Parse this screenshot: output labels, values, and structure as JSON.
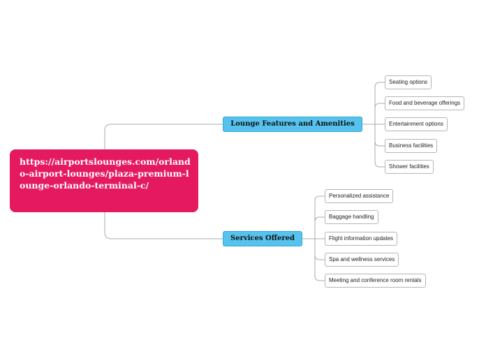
{
  "root": {
    "label": "https://airportslounges.com/orlando-airport-lounges/plaza-premium-lounge-orlando-terminal-c/"
  },
  "branches": [
    {
      "label": "Lounge Features and Amenities",
      "items": [
        "Seating options",
        "Food and beverage offerings",
        "Entertainment options",
        "Business facilities",
        "Shower facilities"
      ]
    },
    {
      "label": "Services Offered",
      "items": [
        "Personalized assistance",
        "Baggage handling",
        "Flight information updates",
        "Spa and wellness services",
        "Meeting and conference room rentals"
      ]
    }
  ],
  "colors": {
    "root_fill": "#e5195f",
    "branch_fill": "#56c3ef",
    "connector": "#a9a9a9"
  }
}
